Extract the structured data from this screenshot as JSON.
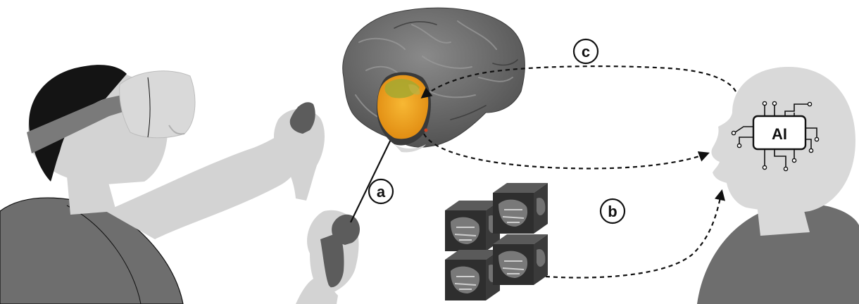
{
  "labels": {
    "a": "a",
    "b": "b",
    "c": "c",
    "chip": "AI"
  },
  "colors": {
    "skin": "#d3d3d3",
    "shirt": "#6e6e6e",
    "hair": "#141414",
    "headset_light": "#d9d9d9",
    "headset_strap": "#7a7a7a",
    "controller": "#5c5c5c",
    "brain": "#6a6a6a",
    "brain_dark": "#4a4a4a",
    "segmentation": "#f0a020",
    "segmentation_green": "#a5a830",
    "cube_dark": "#2e2e2e",
    "cube_light": "#9a9a9a",
    "line": "#111111",
    "robot_head": "#d9d9d9",
    "robot_shirt": "#6e6e6e"
  },
  "icons": {
    "chip": "ai-chip-icon",
    "brain": "brain-render-icon",
    "cubes": "volume-cube-icon",
    "headset": "vr-headset-icon",
    "controller": "vr-controller-icon"
  }
}
